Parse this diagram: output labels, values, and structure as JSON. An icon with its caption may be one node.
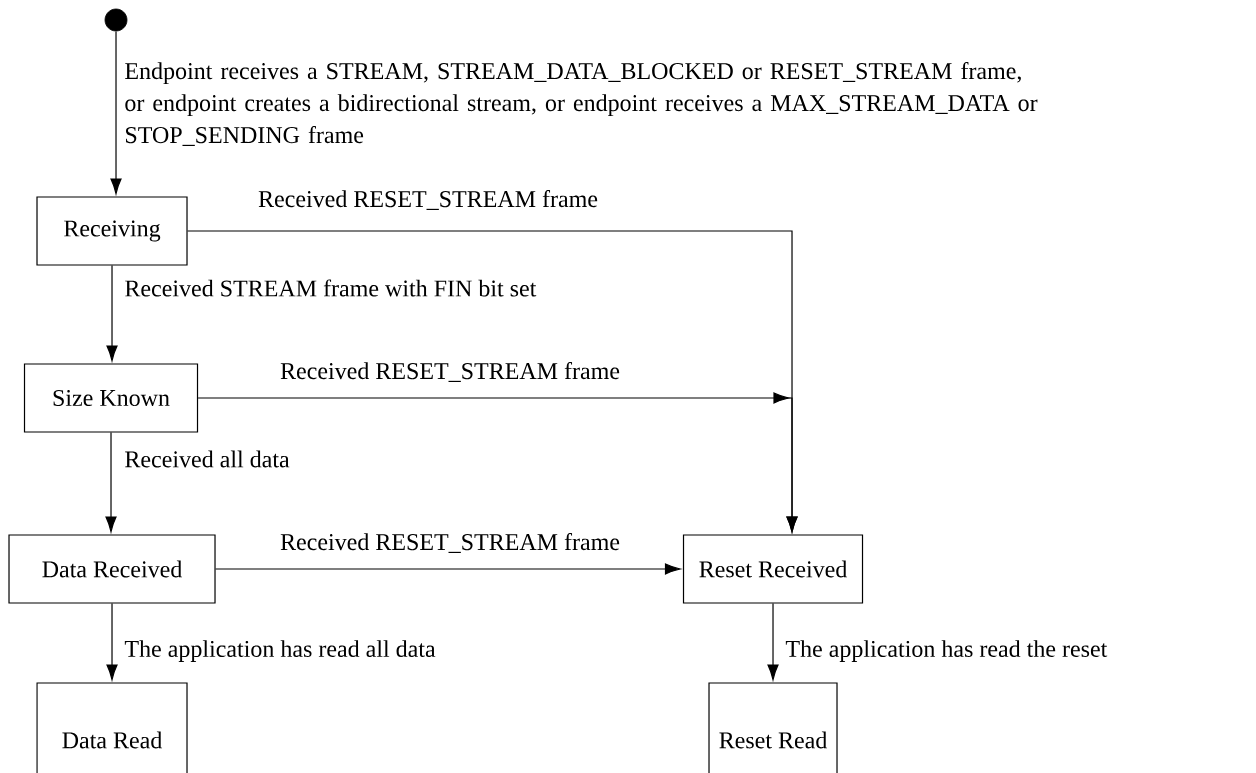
{
  "diagram": {
    "nodes": [
      {
        "text": [],
        "shape": "circle"
      },
      {
        "text": [
          "Receiving"
        ]
      },
      {
        "text": [
          "Size Known"
        ]
      },
      {
        "text": [
          "Data Received"
        ]
      },
      {
        "text": [
          "Reset Received"
        ]
      },
      {
        "text": [
          "Data Read"
        ]
      },
      {
        "text": [
          "Reset Read"
        ]
      }
    ],
    "edges": [
      {
        "from": 0,
        "to": 1,
        "arrow": "to",
        "label": "Endpoint receives a STREAM, STREAM_DATA_BLOCKED or RESET_STREAM frame, or endpoint creates a bidirectional stream, or endpoint receives a MAX_STREAM_DATA or STOP_SENDING frame"
      },
      {
        "from": 1,
        "to": 2,
        "arrow": "to",
        "label": "Received STREAM frame with FIN bit set"
      },
      {
        "from": 1,
        "to": 4,
        "arrow": "to",
        "label": "Received RESET_STREAM frame"
      },
      {
        "from": 2,
        "to": 3,
        "arrow": "to",
        "label": "Received all data"
      },
      {
        "from": 2,
        "to": 4,
        "arrow": "to",
        "label": "Received RESET_STREAM frame"
      },
      {
        "from": 3,
        "to": 4,
        "arrow": "to",
        "label": "Received RESET_STREAM frame"
      },
      {
        "from": 3,
        "to": 5,
        "arrow": "to",
        "label": "The application has read all data"
      },
      {
        "from": 4,
        "to": 6,
        "arrow": "to",
        "label": "The application has read the reset"
      }
    ]
  }
}
